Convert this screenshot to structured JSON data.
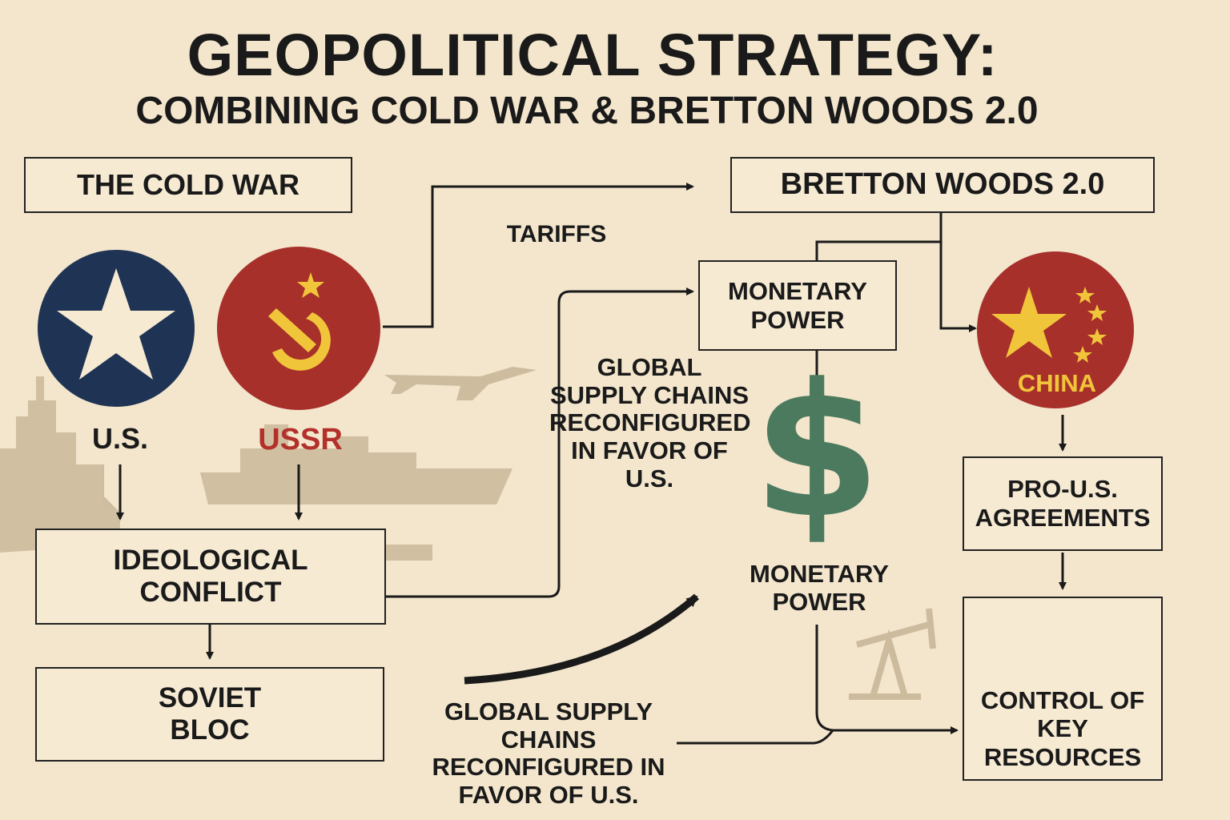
{
  "title": "GEOPOLITICAL STRATEGY:",
  "subtitle": "COMBINING COLD WAR & BRETTON WOODS 2.0",
  "boxes": {
    "cold_war": "THE COLD WAR",
    "bretton_woods": "BRETTON WOODS 2.0",
    "monetary_power_box": "MONETARY POWER",
    "ideological_conflict": "IDEOLOGICAL CONFLICT",
    "soviet_bloc": "SOVIET BLOC",
    "pro_us_agreements": "PRO-U.S. AGREEMENTS",
    "control_resources": "CONTROL OF KEY RESOURCES"
  },
  "nodes": {
    "us_label": "U.S.",
    "ussr_label": "USSR",
    "china_label": "CHINA",
    "dollar_symbol": "$"
  },
  "edge_labels": {
    "tariffs": "TARIFFS",
    "supply_chains_middle": "GLOBAL SUPPLY CHAINS RECONFIGURED IN FAVOR OF U.S.",
    "monetary_power_free": "MONETARY POWER",
    "supply_chains_bottom": "GLOBAL SUPPLY CHAINS RECONFIGURED IN FAVOR OF U.S."
  },
  "colors": {
    "background": "#f3e6cc",
    "us_blue": "#1f3454",
    "ussr_red": "#a8302b",
    "china_red": "#a8302b",
    "gold": "#f1c53a",
    "dollar_green": "#4c7a5e",
    "silhouette": "#c9b799"
  },
  "icons": [
    "us-star-icon",
    "hammer-sickle-icon",
    "china-stars-icon",
    "dollar-icon",
    "handshake-icon",
    "oil-pump-icon",
    "fighter-jet-icon",
    "warship-icon"
  ]
}
